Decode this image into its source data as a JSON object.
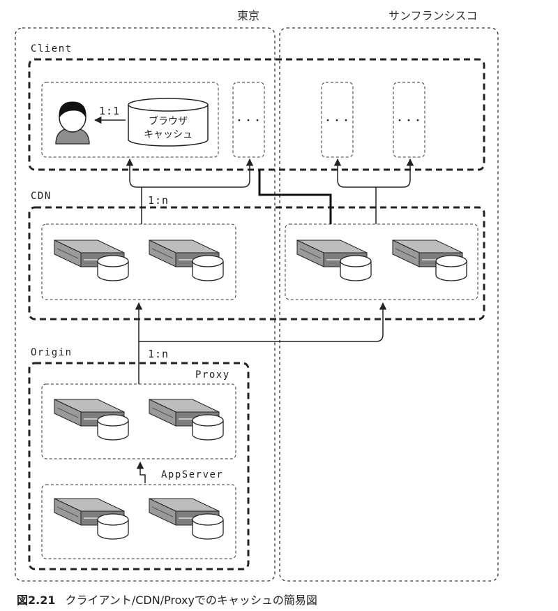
{
  "regions": {
    "tokyo": "東京",
    "san_francisco": "サンフランシスコ"
  },
  "groups": {
    "client": "Client",
    "cdn": "CDN",
    "origin": "Origin",
    "proxy": "Proxy",
    "appserver": "AppServer"
  },
  "browser_cache": {
    "line1": "ブラウザ",
    "line2": "キャッシュ"
  },
  "ratios": {
    "user_cache": "1:1",
    "cdn_client": "1:n",
    "origin_cdn": "1:n"
  },
  "ellipsis": "・・・",
  "caption": {
    "number": "図2.21",
    "text": "クライアント/CDN/Proxyでのキャッシュの簡易図"
  },
  "colors": {
    "line": "#222222",
    "server_top": "#b9b9b9",
    "server_front": "#8a8a8a"
  }
}
